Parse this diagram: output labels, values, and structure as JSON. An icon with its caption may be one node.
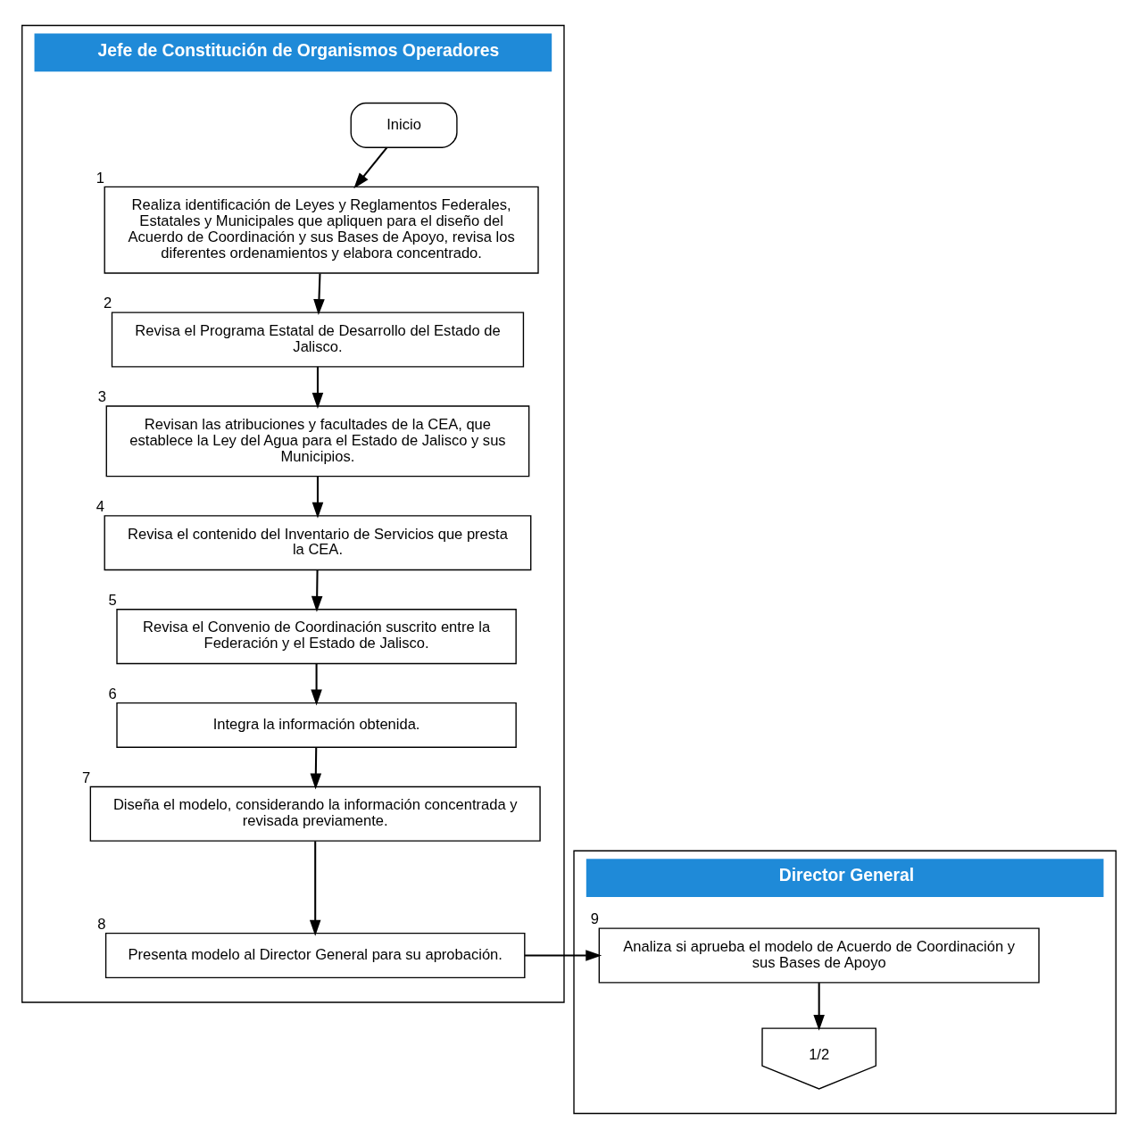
{
  "diagram": {
    "nodes": [
      {
        "text": [
          "Jefe de Constitución de Organismos Operadores"
        ]
      },
      {
        "text": [
          "Director General"
        ]
      },
      {
        "text": [
          "Inicio"
        ],
        "in": 0
      },
      {
        "text": [
          "Realiza identificación de Leyes y Reglamentos Federales, Estatales y Municipales que apliquen para el diseño del Acuerdo de Coordinación y sus Bases de Apoyo, revisa los diferentes ordenamientos y elabora concentrado."
        ],
        "beside": [
          "1"
        ],
        "in": 0
      },
      {
        "text": [
          "Revisa el Programa Estatal de Desarrollo del Estado de Jalisco."
        ],
        "beside": [
          "2"
        ],
        "in": 0
      },
      {
        "text": [
          "Revisan las atribuciones y facultades de la CEA, que establece la Ley del Agua para el Estado de Jalisco y sus Municipios."
        ],
        "beside": [
          "3"
        ],
        "in": 0
      },
      {
        "text": [
          "Revisa el contenido del Inventario de Servicios que presta la CEA."
        ],
        "beside": [
          "4"
        ],
        "in": 0
      },
      {
        "text": [
          "Revisa el Convenio de Coordinación suscrito entre la Federación y el Estado de Jalisco."
        ],
        "beside": [
          "5"
        ],
        "in": 0
      },
      {
        "text": [
          "Integra la información obtenida."
        ],
        "beside": [
          "6"
        ],
        "in": 0
      },
      {
        "text": [
          "Diseña el modelo, considerando la información concentrada y revisada previamente."
        ],
        "beside": [
          "7"
        ],
        "in": 0
      },
      {
        "text": [
          "Presenta modelo al Director General para su aprobación."
        ],
        "beside": [
          "8"
        ],
        "in": 0
      },
      {
        "text": [
          "Analiza si aprueba el modelo de Acuerdo de Coordinación y sus Bases de Apoyo"
        ],
        "beside": [
          "9"
        ],
        "in": 1
      },
      {
        "text": [
          "1/2"
        ],
        "in": 1
      }
    ],
    "edges": [
      {
        "from": 2,
        "to": 3,
        "arrow": "to"
      },
      {
        "from": 3,
        "to": 4,
        "arrow": "to"
      },
      {
        "from": 4,
        "to": 5,
        "arrow": "to"
      },
      {
        "from": 5,
        "to": 6,
        "arrow": "to"
      },
      {
        "from": 6,
        "to": 7,
        "arrow": "to"
      },
      {
        "from": 7,
        "to": 8,
        "arrow": "to"
      },
      {
        "from": 8,
        "to": 9,
        "arrow": "to"
      },
      {
        "from": 9,
        "to": 10,
        "arrow": "to"
      },
      {
        "from": 10,
        "to": 11,
        "arrow": "to"
      },
      {
        "from": 11,
        "to": 12,
        "arrow": "to"
      }
    ]
  }
}
